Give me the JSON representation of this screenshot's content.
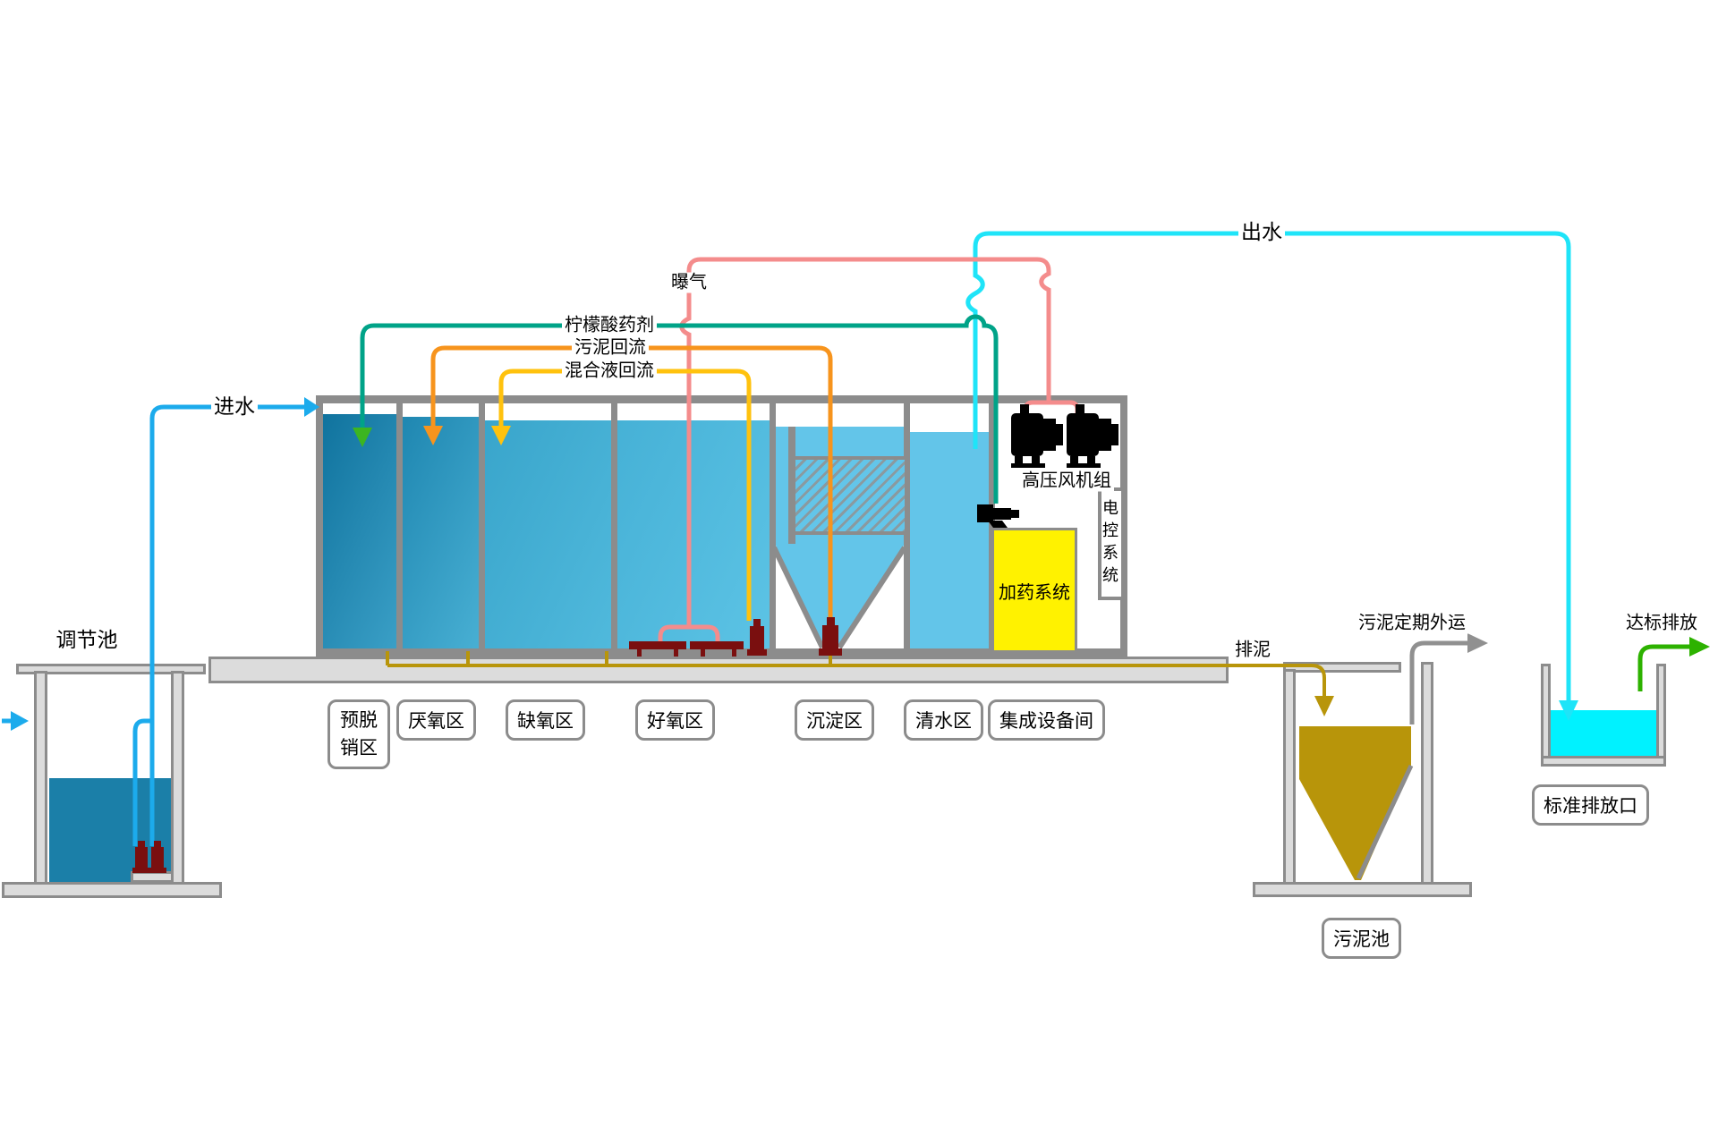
{
  "flows": {
    "inflow": "进水",
    "outflow": "出水",
    "aeration": "曝气",
    "citric_acid_agent": "柠檬酸药剂",
    "sludge_return": "污泥回流",
    "mixed_liquor_return": "混合液回流",
    "sludge_drain": "排泥",
    "sludge_periodic_removal": "污泥定期外运",
    "standard_discharge": "达标排放"
  },
  "tanks": {
    "regulation_tank": "调节池",
    "sludge_tank": "污泥池",
    "standard_outlet": "标准排放口"
  },
  "zones": [
    {
      "id": "pre-denitration",
      "label": "预脱销区"
    },
    {
      "id": "anaerobic",
      "label": "厌氧区"
    },
    {
      "id": "anoxic",
      "label": "缺氧区"
    },
    {
      "id": "aerobic",
      "label": "好氧区"
    },
    {
      "id": "sedimentation",
      "label": "沉淀区"
    },
    {
      "id": "clear-water",
      "label": "清水区"
    },
    {
      "id": "integrated-equipment",
      "label": "集成设备间"
    }
  ],
  "equipment": {
    "blower_group": "高压风机组",
    "electrical_control_system": "电控系统",
    "dosing_system": "加药系统"
  },
  "colors": {
    "inflow_pipe": "#1CABEC",
    "outflow_pipe": "#1FE4F8",
    "aeration_pipe": "#F48C8C",
    "citric_acid_pipe": "#00A388",
    "citric_arrow_head": "#3CB521",
    "sludge_return_pipe": "#F7941D",
    "mixed_liquor_pipe": "#FFC20E",
    "sludge_drain_pipe": "#B8950A",
    "discharge_arrow": "#2DB200",
    "transport_arrow": "#909090",
    "structure_gray": "#8C8C8C",
    "dosing_box_fill": "#FFF200",
    "pump_dark_red": "#7A0F0F",
    "sludge_fill": "#B8950A",
    "clear_zone_water": "#63C5E9",
    "outlet_water": "#00F2FF",
    "regulation_water": "#1B7FA8"
  }
}
